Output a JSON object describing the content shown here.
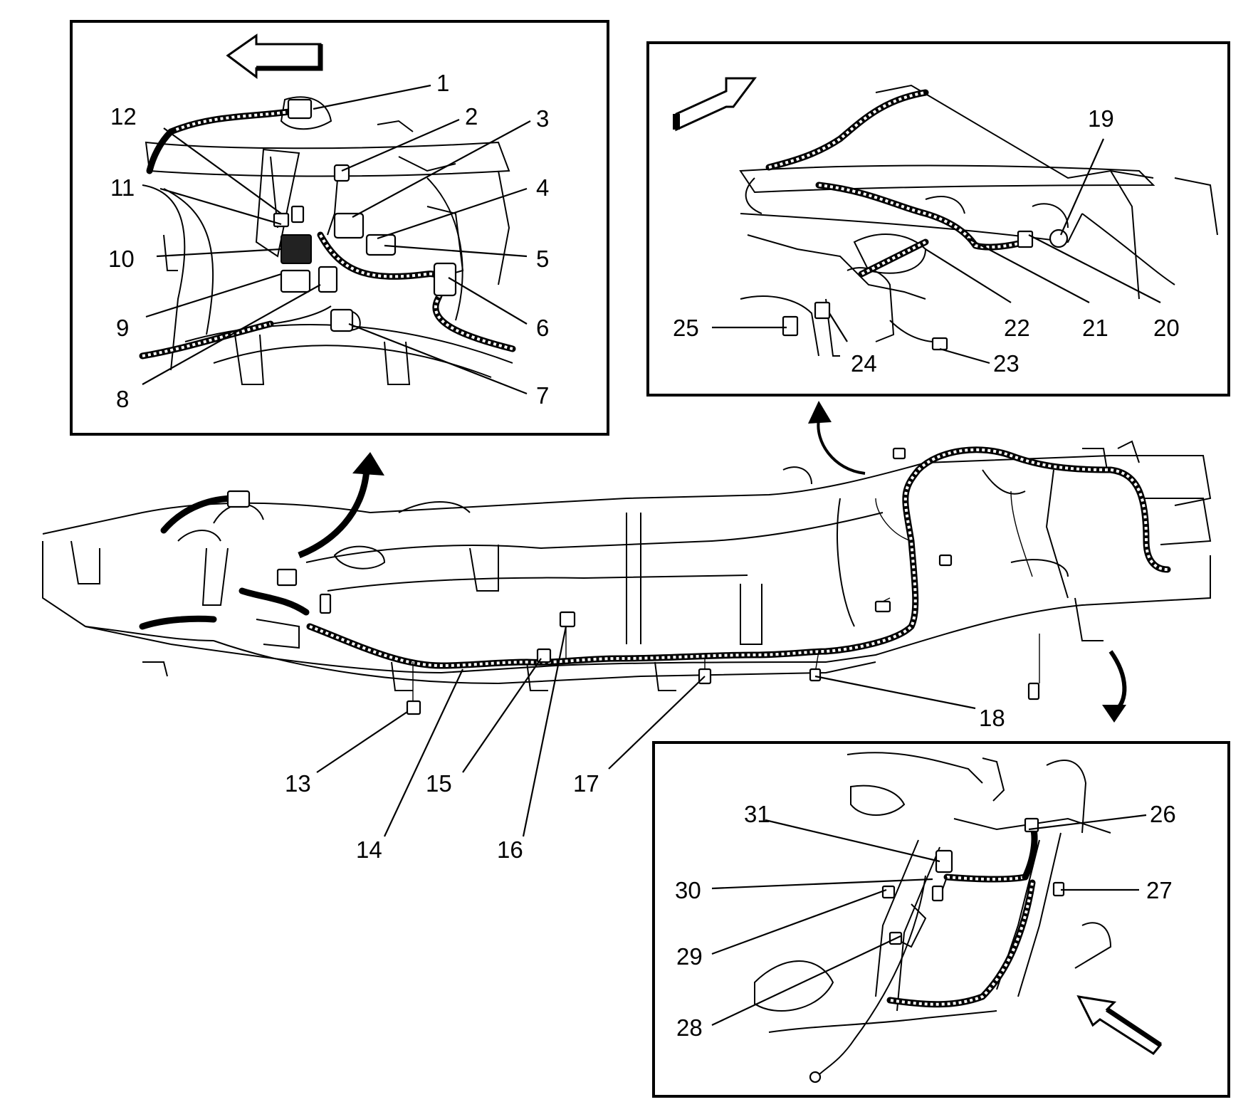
{
  "diagram": {
    "type": "wiring-harness-routing",
    "callouts": {
      "c1": "1",
      "c2": "2",
      "c3": "3",
      "c4": "4",
      "c5": "5",
      "c6": "6",
      "c7": "7",
      "c8": "8",
      "c9": "9",
      "c10": "10",
      "c11": "11",
      "c12": "12",
      "c13": "13",
      "c14": "14",
      "c15": "15",
      "c16": "16",
      "c17": "17",
      "c18": "18",
      "c19": "19",
      "c20": "20",
      "c21": "21",
      "c22": "22",
      "c23": "23",
      "c24": "24",
      "c25": "25",
      "c26": "26",
      "c27": "27",
      "c28": "28",
      "c29": "29",
      "c30": "30",
      "c31": "31"
    },
    "panels": [
      "top-left detail view",
      "top-right detail view",
      "bottom-right detail view",
      "main frame view"
    ],
    "direction_arrows": [
      "left-arrow",
      "forward-right-arrow",
      "rear-arrow"
    ]
  }
}
